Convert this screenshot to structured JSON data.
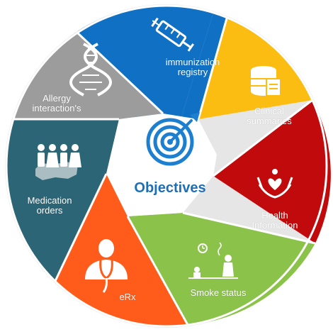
{
  "center": {
    "title": "Objectives",
    "icon": "target-icon"
  },
  "colors": {
    "blue": "#1070c4",
    "yellow": "#fbbd12",
    "red": "#c10a0b",
    "green": "#8bc34a",
    "orange": "#ff5b1a",
    "teal": "#2c6676",
    "gray": "#9c9c9c",
    "center_text": "#1d6fb8"
  },
  "segments": [
    {
      "label": "immunization registry",
      "lines": [
        "immunization",
        "registry"
      ],
      "icon": "syringe-icon"
    },
    {
      "label": "Clinical summaries",
      "lines": [
        "Clinical",
        "summaries"
      ],
      "icon": "document-stack-icon"
    },
    {
      "label": "Health Information",
      "lines": [
        "Health",
        "Information"
      ],
      "icon": "hands-heart-icon"
    },
    {
      "label": "Smoke status",
      "lines": [
        "Smoke status"
      ],
      "icon": "family-smoking-icon"
    },
    {
      "label": "eRx",
      "lines": [
        "eRx"
      ],
      "icon": "doctor-stethoscope-icon"
    },
    {
      "label": "Medication orders",
      "lines": [
        "Medication",
        "orders"
      ],
      "icon": "people-map-icon"
    },
    {
      "label": "Allergy interaction's",
      "lines": [
        "Allergy",
        "interaction's"
      ],
      "icon": "dna-icon"
    }
  ]
}
